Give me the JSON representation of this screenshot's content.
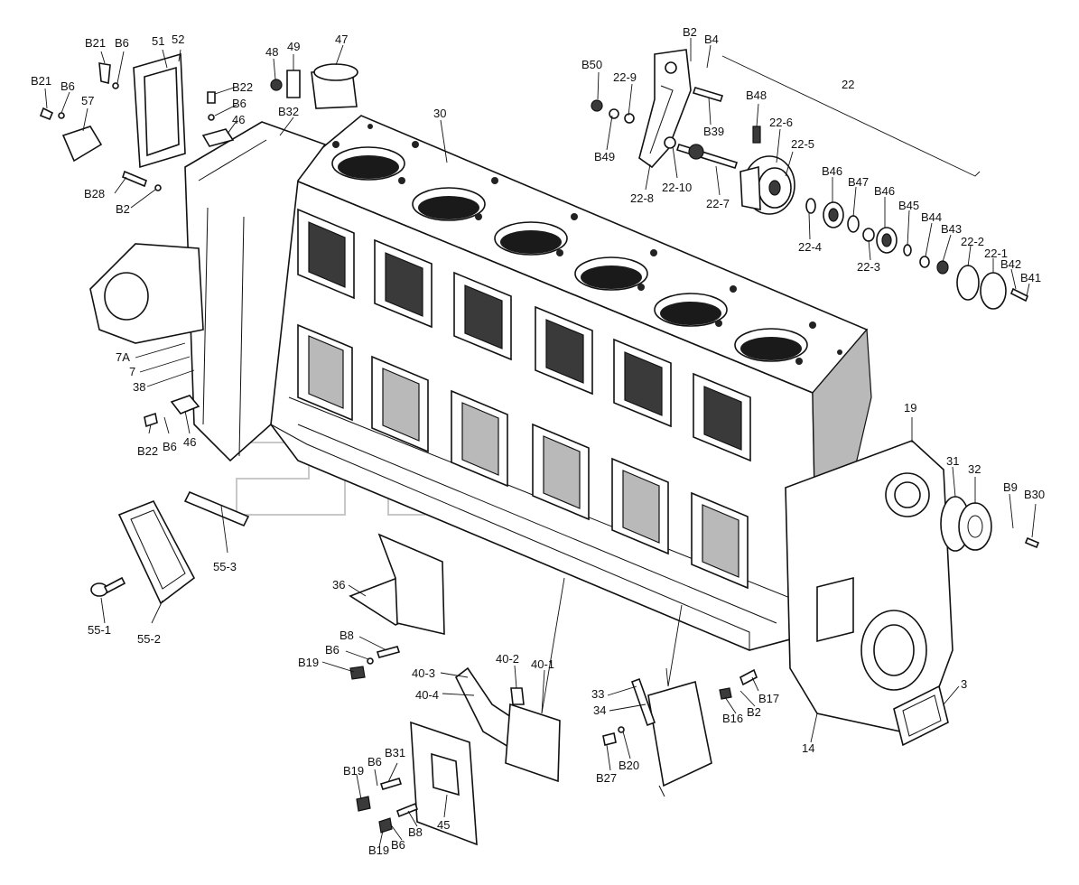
{
  "labels": {
    "B21a": "B21",
    "B6a": "B6",
    "p51": "51",
    "p52": "52",
    "B21b": "B21",
    "B6b": "B6",
    "p57": "57",
    "B28": "B28",
    "B2a": "B2",
    "p48": "48",
    "p49": "49",
    "p47": "47",
    "B22a": "B22",
    "B6c": "B6",
    "p46a": "46",
    "B32": "B32",
    "p30": "30",
    "B50": "B50",
    "p22_9": "22-9",
    "B49": "B49",
    "B2b": "B2",
    "B4": "B4",
    "B39": "B39",
    "p22_8": "22-8",
    "p22_10": "22-10",
    "p22_7": "22-7",
    "B48": "B48",
    "p22_6": "22-6",
    "p22_5": "22-5",
    "p22": "22",
    "B46a": "B46",
    "B47": "B47",
    "B46b": "B46",
    "p22_4": "22-4",
    "p22_3": "22-3",
    "B45": "B45",
    "B44": "B44",
    "B43": "B43",
    "p22_2": "22-2",
    "p22_1": "22-1",
    "B42": "B42",
    "B41": "B41",
    "p7A": "7A",
    "p7": "7",
    "p38": "38",
    "B22b": "B22",
    "B6d": "B6",
    "p46b": "46",
    "p19": "19",
    "p31": "31",
    "p32": "32",
    "B9": "B9",
    "B30": "B30",
    "p55_3": "55-3",
    "p55_1": "55-1",
    "p55_2": "55-2",
    "p36": "36",
    "B8a": "B8",
    "B6e": "B6",
    "B19a": "B19",
    "p40_2": "40-2",
    "p40_1": "40-1",
    "p40_3": "40-3",
    "p40_4": "40-4",
    "p33": "33",
    "p34": "34",
    "B20": "B20",
    "B27": "B27",
    "B17": "B17",
    "B16": "B16",
    "B2c": "B2",
    "p14": "14",
    "p3": "3",
    "B31": "B31",
    "B6f": "B6",
    "B19b": "B19",
    "B8b": "B8",
    "p45": "45",
    "B19c": "B19",
    "B6g": "B6"
  }
}
